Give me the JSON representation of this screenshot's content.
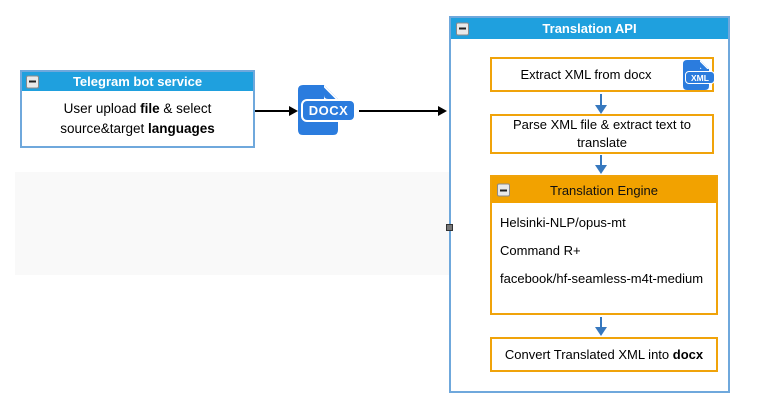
{
  "colors": {
    "header_blue": "#1FA0DE",
    "node_border_blue": "#6FA8DC",
    "step_border_orange": "#F0A30A",
    "engine_header_orange": "#F2A200",
    "arrow_blue": "#3778BE",
    "file_icon_blue": "#2B7CDE",
    "arrow_black": "#000000"
  },
  "telegram_box": {
    "title": "Telegram bot service",
    "line1_pre": "User upload ",
    "line1_bold": "file",
    "line1_post": " & select",
    "line2_pre": "source&target ",
    "line2_bold": "languages"
  },
  "docx_icon": {
    "label": "DOCX"
  },
  "translation_api": {
    "title": "Translation API",
    "extract_step": "Extract XML from docx",
    "xml_icon": {
      "label": "XML"
    },
    "parse_step_line1": "Parse XML file & extract text to",
    "parse_step_line2": "translate",
    "engine": {
      "title": "Translation Engine",
      "items": [
        "Helsinki-NLP/opus-mt",
        "Command R+",
        "facebook/hf-seamless-m4t-medium"
      ]
    },
    "convert_step_pre": "Convert Translated XML into ",
    "convert_step_bold": "docx"
  }
}
